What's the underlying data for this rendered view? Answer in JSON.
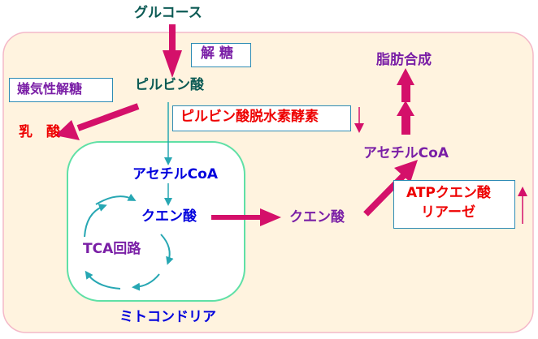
{
  "labels": {
    "glucose": "グルコース",
    "glycolysis": "解 糖",
    "anaerobic_glycolysis": "嫌気性解糖",
    "pyruvate": "ピルビン酸",
    "lactate": "乳　酸",
    "pdh": "ピルビン酸脱水素酵素",
    "acetyl_coa_mito": "アセチルCoA",
    "citrate_mito": "クエン酸",
    "tca_cycle": "TCA回路",
    "mitochondria": "ミトコンドリア",
    "citrate_cyto": "クエン酸",
    "acetyl_coa_cyto": "アセチルCoA",
    "fatty_acid_synthesis": "脂肪合成",
    "acl_line1": "ATPクエン酸",
    "acl_line2": "リアーゼ"
  },
  "colors": {
    "cell_fill": "#fff3df",
    "cell_border": "#f4b8c8",
    "mito_fill": "#ffffff",
    "mito_border": "#5fe0a6",
    "magenta_arrow": "#d4106a",
    "teal_arrow": "#27a7b3",
    "dark_teal_text": "#0b5a54",
    "blue_text": "#0000dd",
    "red_text": "#ee0000",
    "purple_text": "#7a1fa6",
    "box_border": "#2e8bb4"
  }
}
